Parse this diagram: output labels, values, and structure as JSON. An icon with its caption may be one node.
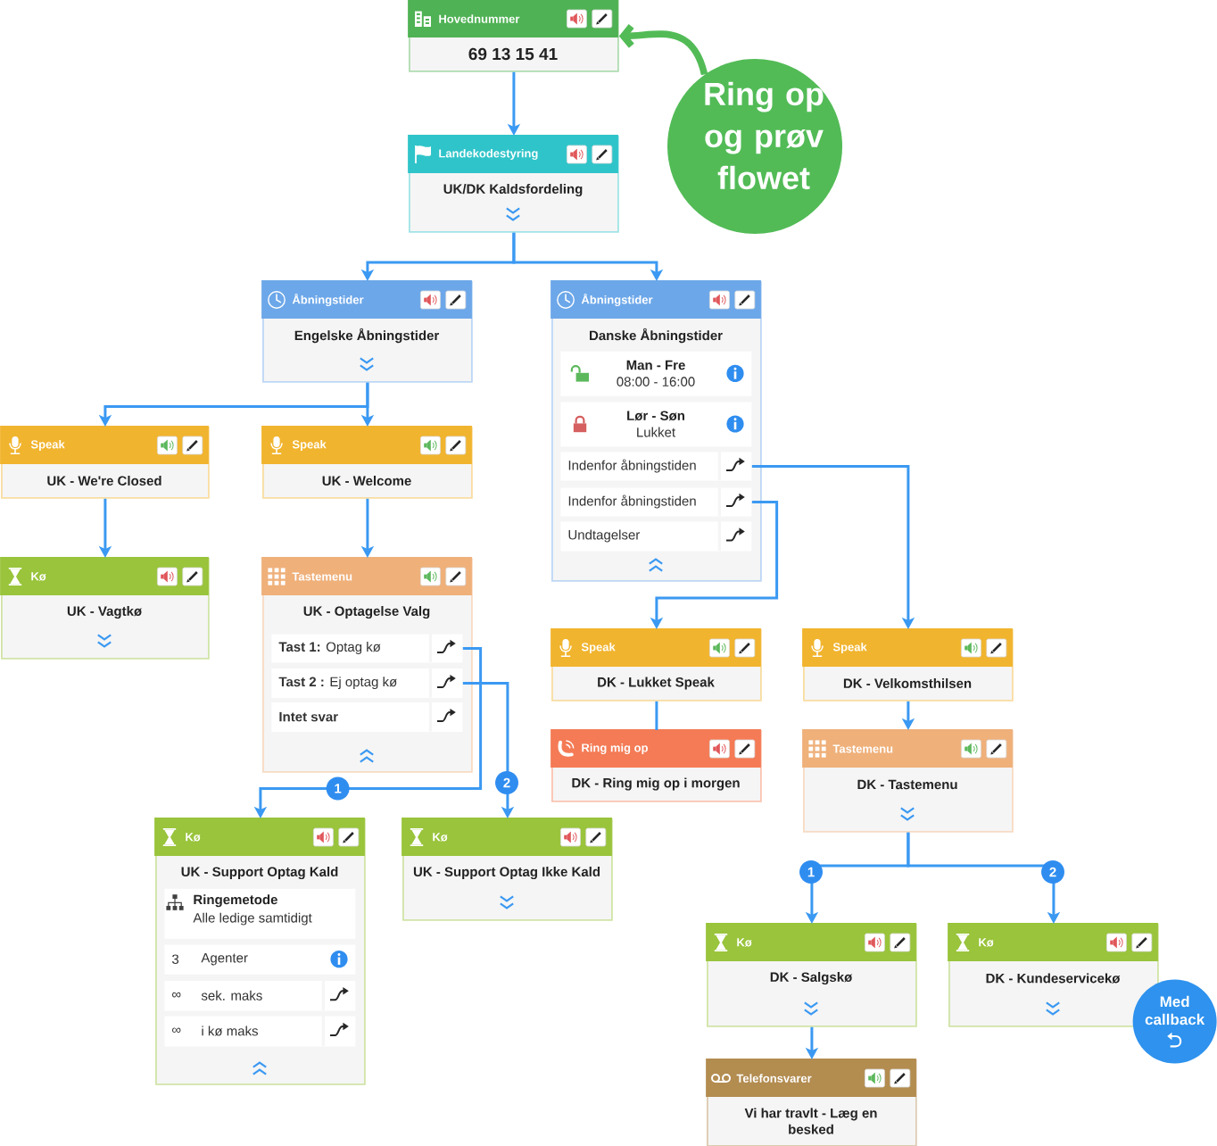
{
  "diagram": {
    "nodes": [
      {
        "text": [
          "Hovednummer",
          "69 13 15 41"
        ]
      },
      {
        "text": [
          "Ring op og prøv flowet"
        ]
      },
      {
        "text": [
          "Landekodestyring",
          "UK/DK Kaldsfordeling"
        ]
      },
      {
        "text": [
          "Åbningstider",
          "Engelske Åbningstider"
        ]
      },
      {
        "text": [
          "Åbningstider",
          "Danske Åbningstider"
        ]
      },
      {
        "text": [
          "Man - Fre",
          "08:00 - 16:00"
        ],
        "in": 4
      },
      {
        "text": [
          "Lør - Søn",
          "Lukket"
        ],
        "in": 4
      },
      {
        "text": [
          "Indenfor åbningstiden"
        ],
        "in": 4
      },
      {
        "text": [
          "Indenfor åbningstiden"
        ],
        "in": 4
      },
      {
        "text": [
          "Undtagelser"
        ],
        "in": 4
      },
      {
        "text": [
          "Speak",
          "UK - We're Closed"
        ]
      },
      {
        "text": [
          "Speak",
          "UK - Welcome"
        ]
      },
      {
        "text": [
          "Kø",
          "UK - Vagtkø"
        ]
      },
      {
        "text": [
          "Tastemenu",
          "UK - Optagelse Valg"
        ]
      },
      {
        "text": [
          "**Tast 1:** Optag kø"
        ],
        "in": 13
      },
      {
        "text": [
          "**Tast 2 :** Ej optag kø"
        ],
        "in": 13
      },
      {
        "text": [
          "Intet svar"
        ],
        "in": 13
      },
      {
        "text": [
          "Speak",
          "DK - Lukket Speak"
        ]
      },
      {
        "text": [
          "Speak",
          "DK - Velkomsthilsen"
        ]
      },
      {
        "text": [
          "Ring mig op",
          "DK - Ring mig op i morgen"
        ]
      },
      {
        "text": [
          "Tastemenu",
          "DK - Tastemenu"
        ]
      },
      {
        "text": [
          "Kø",
          "UK - Support Optag Kald"
        ]
      },
      {
        "text": [
          "Ringemetode",
          "Alle ledige samtidigt"
        ],
        "in": 21
      },
      {
        "text": [
          "3",
          "Agenter"
        ],
        "in": 21
      },
      {
        "text": [
          "∞",
          "sek. maks"
        ],
        "in": 21
      },
      {
        "text": [
          "∞",
          "i kø maks"
        ],
        "in": 21
      },
      {
        "text": [
          "Kø",
          "UK - Support Optag Ikke Kald"
        ]
      },
      {
        "text": [
          "Kø",
          "DK - Salgskø"
        ]
      },
      {
        "text": [
          "Kø",
          "DK - Kundeservicekø"
        ]
      },
      {
        "text": [
          "Med callback"
        ]
      },
      {
        "text": [
          "Telefonsvarer",
          "Vi har travlt - Læg en besked"
        ]
      }
    ],
    "edges": [
      {
        "from": 1,
        "to": 0,
        "arrow": "to",
        "style": "thick",
        "color": "#52bb56"
      },
      {
        "from": 0,
        "to": 2,
        "arrow": "to"
      },
      {
        "from": 2,
        "to": 3,
        "arrow": "to"
      },
      {
        "from": 2,
        "to": 4,
        "arrow": "to"
      },
      {
        "from": 3,
        "to": 10,
        "arrow": "to"
      },
      {
        "from": 3,
        "to": 11,
        "arrow": "to"
      },
      {
        "from": 10,
        "to": 12,
        "arrow": "to"
      },
      {
        "from": 11,
        "to": 13,
        "arrow": "to"
      },
      {
        "from": 14,
        "to": 21,
        "arrow": "to",
        "label": "1"
      },
      {
        "from": 15,
        "to": 26,
        "arrow": "to",
        "label": "2"
      },
      {
        "from": 7,
        "to": 18,
        "arrow": "to"
      },
      {
        "from": 8,
        "to": 17,
        "arrow": "to"
      },
      {
        "from": 17,
        "to": 19,
        "arrow": "none"
      },
      {
        "from": 18,
        "to": 20,
        "arrow": "to"
      },
      {
        "from": 20,
        "to": 27,
        "arrow": "to",
        "label": "1"
      },
      {
        "from": 20,
        "to": 28,
        "arrow": "to",
        "label": "2"
      },
      {
        "from": 27,
        "to": 30,
        "arrow": "to"
      }
    ]
  }
}
